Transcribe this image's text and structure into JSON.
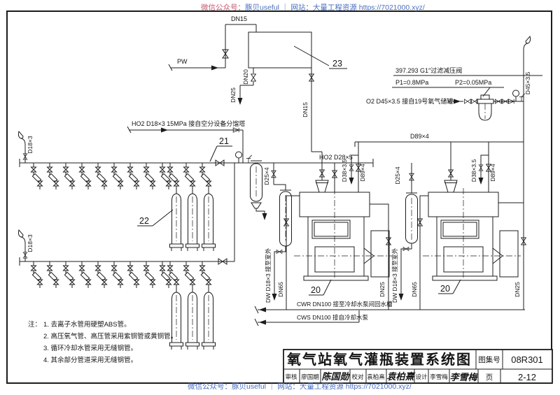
{
  "watermark": {
    "prefix": "微信公众号：",
    "body": "豚贝useful ｜ 网站：大量工程资源  https://7021000.xyz/"
  },
  "labels": {
    "pw": "PW",
    "dn15": "DN15",
    "dn20": "DN20",
    "dn25": "DN25",
    "dn65": "DN65",
    "tag20": "20",
    "tag21": "21",
    "tag22": "22",
    "tag23": "23",
    "filter_line1": "397.293  G1″过滤减压阀",
    "p1": "P1=0.8MPa",
    "p2": "P2=0.05MPa",
    "o2_inlet": "O2  D45×3.5  接自19号氧气储罐",
    "d89x4": "D89×4",
    "d45x35": "D45×3.5",
    "ho2_feed": "HO2  D18×3  15MPa  接自空分设备分馏塔",
    "d18x3": "D18×3",
    "ho2_d28x5": "HO2   D28×5",
    "d25x4": "D25×4",
    "d38x35": "D38×3.5",
    "dw_outdoor": "DW D18×3  接至室外",
    "cwr": "CWR  DN100  接至冷却水泵间回水槽",
    "cws": "CWS  DN100  接自冷却水泵"
  },
  "notes": {
    "prefix": "注：",
    "items": [
      "1.  去离子水管用硬塑ABS管。",
      "2.  高压氧气管、高压管采用紫铜管或黄铜管。",
      "3.  循环冷却水管采用无缝钢管。",
      "4.  其余部分管道采用无缝钢管。"
    ]
  },
  "titleblock": {
    "title": "氧气站氧气灌瓶装置系统图",
    "atlas_label": "图集号",
    "atlas_no": "08R301",
    "page_label": "页",
    "page_no": "2-12",
    "reviewer_label": "审核",
    "reviewer_name": "廖国期",
    "reviewer_sig": "陈国勋",
    "checker_label": "校对",
    "checker_name": "袁柏熹",
    "checker_sig": "袁柏熹",
    "designer_label": "设计",
    "designer_name": "李雪梅",
    "designer_sig": "李雪梅"
  },
  "colors": {
    "line": "#1c1c1c",
    "watermark_blue": "#4a6fc0",
    "watermark_red": "#c4566d",
    "paper": "#ffffff"
  }
}
